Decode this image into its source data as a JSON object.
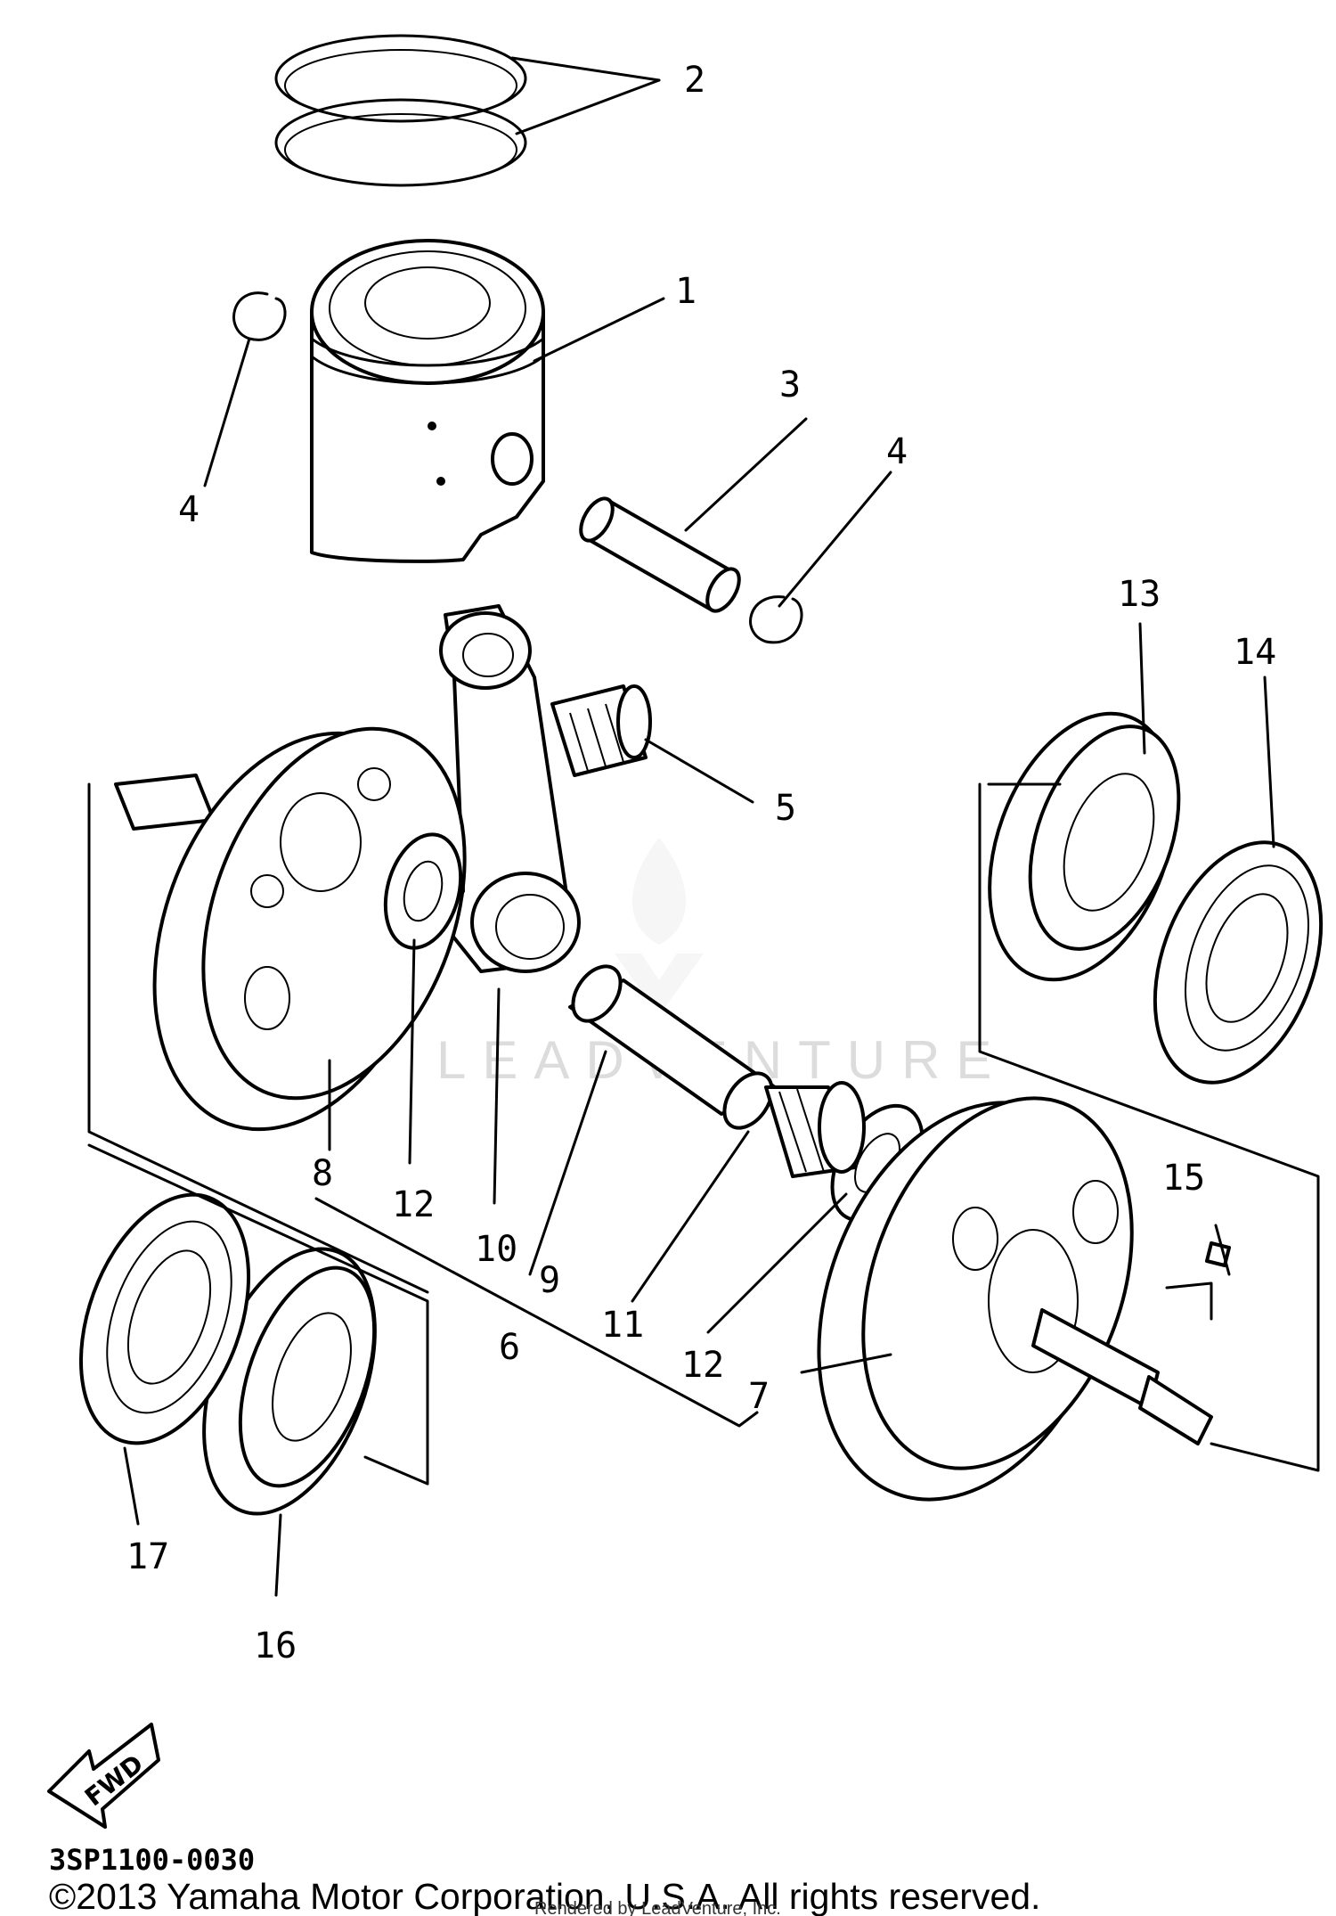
{
  "callouts": {
    "c1": "1",
    "c2": "2",
    "c3": "3",
    "c4a": "4",
    "c4b": "4",
    "c5": "5",
    "c6": "6",
    "c7": "7",
    "c8": "8",
    "c9": "9",
    "c10": "10",
    "c11": "11",
    "c12a": "12",
    "c12b": "12",
    "c13": "13",
    "c14": "14",
    "c15": "15",
    "c16": "16",
    "c17": "17"
  },
  "fwd_label": "FWD",
  "diagram_code": "3SP1100-0030",
  "copyright": "©2013 Yamaha Motor Corporation, U.S.A. All rights reserved.",
  "rendered_by": "Rendered by LeadVenture, Inc.",
  "watermark": "LEADVENTURE"
}
